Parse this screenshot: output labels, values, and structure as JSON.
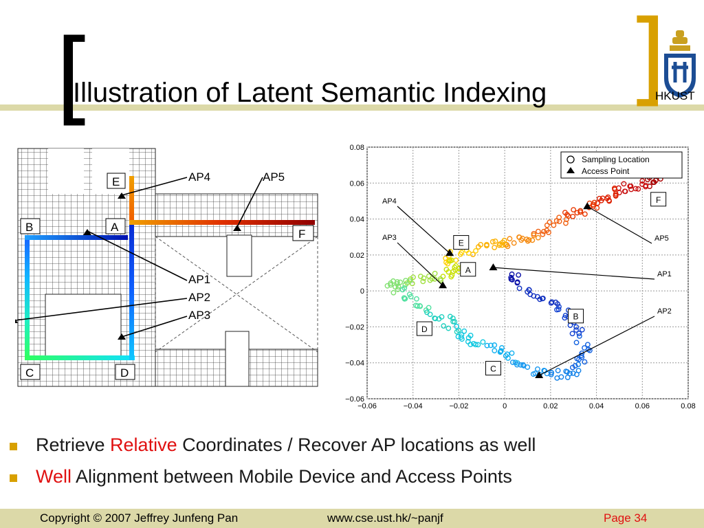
{
  "slide": {
    "title": "Illustration of Latent Semantic Indexing",
    "logo_text": "HKUST",
    "bullets": [
      {
        "highlight": "",
        "pre": "Retrieve ",
        "red": "Relative",
        "post": " Coordinates / Recover AP locations as well"
      },
      {
        "pre": "",
        "red": "Well",
        "post": " Alignment between Mobile Device and Access Points"
      }
    ],
    "footer": {
      "copyright": "Copyright © 2007 Jeffrey Junfeng Pan",
      "url": "www.cse.ust.hk/~panjf",
      "page": "Page 34"
    }
  },
  "floorplan": {
    "ap_labels": [
      "AP4",
      "AP5",
      "AP1",
      "AP2",
      "AP3"
    ],
    "room_labels": [
      "E",
      "B",
      "A",
      "F",
      "C",
      "D"
    ]
  },
  "chart_data": {
    "type": "scatter",
    "xlim": [
      -0.06,
      0.08
    ],
    "ylim": [
      -0.06,
      0.08
    ],
    "xticks": [
      "−0.06",
      "−0.04",
      "−0.02",
      "0",
      "0.02",
      "0.04",
      "0.06",
      "0.08"
    ],
    "yticks": [
      "−0.06",
      "−0.04",
      "−0.02",
      "0",
      "0.02",
      "0.04",
      "0.06",
      "0.08"
    ],
    "xtick_values": [
      -0.06,
      -0.04,
      -0.02,
      0,
      0.02,
      0.04,
      0.06,
      0.08
    ],
    "ytick_values": [
      -0.06,
      -0.04,
      -0.02,
      0,
      0.02,
      0.04,
      0.06,
      0.08
    ],
    "grid": true,
    "legend": {
      "position": "top-right",
      "entries": [
        "Sampling Location",
        "Access Point"
      ]
    },
    "access_points": [
      {
        "name": "AP4",
        "x": -0.024,
        "y": 0.021
      },
      {
        "name": "AP1",
        "x": -0.005,
        "y": 0.013
      },
      {
        "name": "AP3",
        "x": -0.027,
        "y": 0.003
      },
      {
        "name": "AP5",
        "x": 0.036,
        "y": 0.047
      },
      {
        "name": "AP2",
        "x": 0.015,
        "y": -0.047
      }
    ],
    "region_labels": [
      {
        "name": "E",
        "x": -0.019,
        "y": 0.027
      },
      {
        "name": "A",
        "x": -0.016,
        "y": 0.012
      },
      {
        "name": "F",
        "x": 0.067,
        "y": 0.051
      },
      {
        "name": "B",
        "x": 0.031,
        "y": -0.014
      },
      {
        "name": "D",
        "x": -0.035,
        "y": -0.021
      },
      {
        "name": "C",
        "x": -0.005,
        "y": -0.043
      }
    ],
    "sample_path": [
      {
        "x": 0.068,
        "y": 0.062,
        "color": "#aa0000"
      },
      {
        "x": 0.055,
        "y": 0.058,
        "color": "#c81010"
      },
      {
        "x": 0.045,
        "y": 0.052,
        "color": "#dd2000"
      },
      {
        "x": 0.033,
        "y": 0.044,
        "color": "#e83800"
      },
      {
        "x": 0.02,
        "y": 0.036,
        "color": "#f06010"
      },
      {
        "x": 0.008,
        "y": 0.028,
        "color": "#f58a10"
      },
      {
        "x": -0.005,
        "y": 0.025,
        "color": "#fbb000"
      },
      {
        "x": -0.025,
        "y": 0.019,
        "color": "#ffd000"
      },
      {
        "x": -0.02,
        "y": 0.012,
        "color": "#c8e000"
      },
      {
        "x": -0.035,
        "y": 0.006,
        "color": "#a0e040"
      },
      {
        "x": -0.05,
        "y": 0.004,
        "color": "#80e070"
      },
      {
        "x": -0.04,
        "y": -0.005,
        "color": "#50e0a0"
      },
      {
        "x": -0.025,
        "y": -0.017,
        "color": "#20d0c0"
      },
      {
        "x": -0.015,
        "y": -0.027,
        "color": "#10c8e0"
      },
      {
        "x": 0.0,
        "y": -0.034,
        "color": "#10b0f0"
      },
      {
        "x": 0.012,
        "y": -0.045,
        "color": "#1898f0"
      },
      {
        "x": 0.028,
        "y": -0.047,
        "color": "#1080e8"
      },
      {
        "x": 0.036,
        "y": -0.035,
        "color": "#1060e0"
      },
      {
        "x": 0.028,
        "y": -0.015,
        "color": "#1040d0"
      },
      {
        "x": 0.015,
        "y": -0.002,
        "color": "#1030c0"
      },
      {
        "x": 0.0,
        "y": 0.01,
        "color": "#0a10a8"
      }
    ]
  }
}
